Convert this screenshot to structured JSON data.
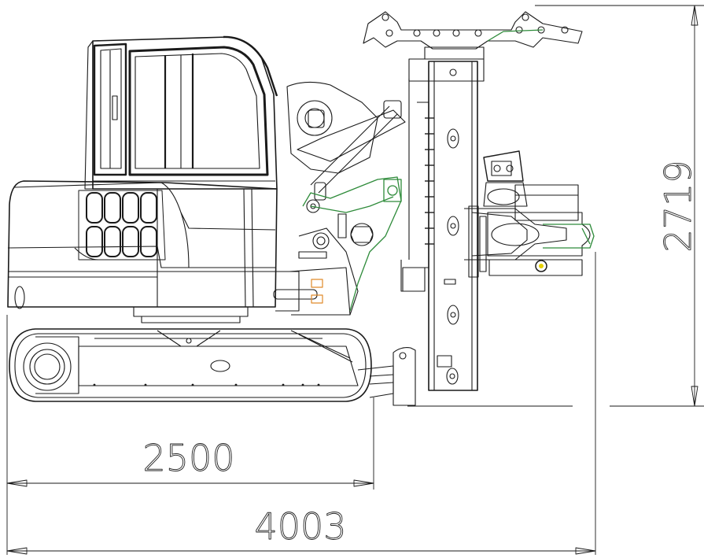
{
  "drawing": {
    "dimensions": {
      "track_length": "2500",
      "overall_length": "4003",
      "overall_height": "2719"
    },
    "colors": {
      "line": "#1a1a1a",
      "accent": "#2e8b3a",
      "highlight": "#e08a2a",
      "marker": "#e6d000"
    }
  }
}
